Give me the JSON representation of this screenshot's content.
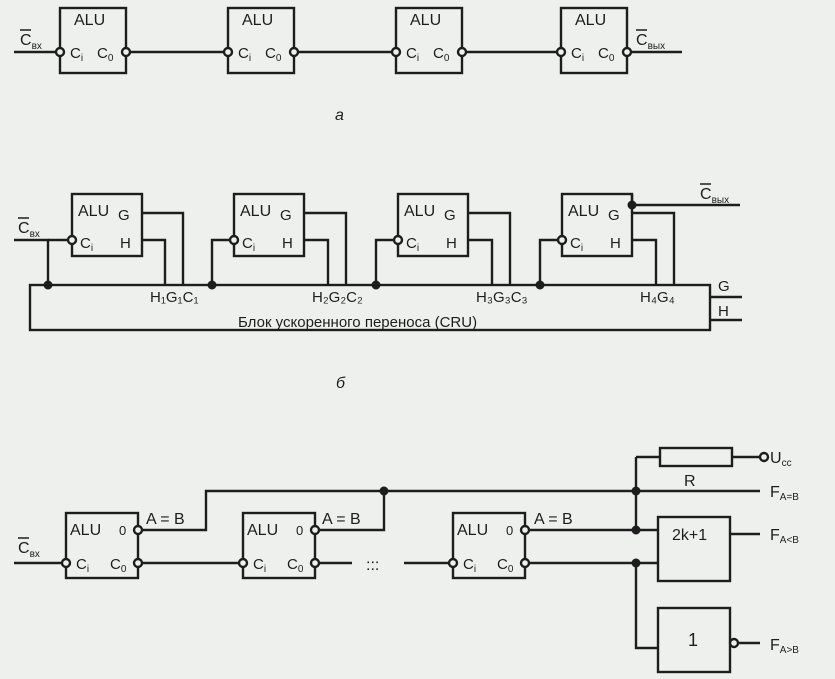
{
  "labels": {
    "alu": "ALU",
    "carry_in_letter": "C",
    "carry_in_sub": "вх",
    "carry_out_letter": "C",
    "carry_out_sub": "вых",
    "ci": "C",
    "ci_sub": "i",
    "co": "C",
    "co_sub": "0",
    "g": "G",
    "h": "H",
    "hgc1": "H₁G₁C₁",
    "hgc2": "H₂G₂C₂",
    "hgc3": "H₃G₃C₃",
    "hg4": "H₄G₄",
    "cru": "Блок ускоренного переноса (CRU)",
    "cru_g": "G",
    "cru_h": "H",
    "cap_a": "а",
    "cap_b": "б",
    "aeqb": "A = B",
    "q": "0",
    "dots": ":::",
    "R": "R",
    "ucc": "U",
    "ucc_sub": "cc",
    "fab": "F",
    "fab_sub": "A=B",
    "flt": "F",
    "flt_sub": "A<B",
    "fgt": "F",
    "fgt_sub": "A>B",
    "thr": "2k+1",
    "one": "1"
  }
}
